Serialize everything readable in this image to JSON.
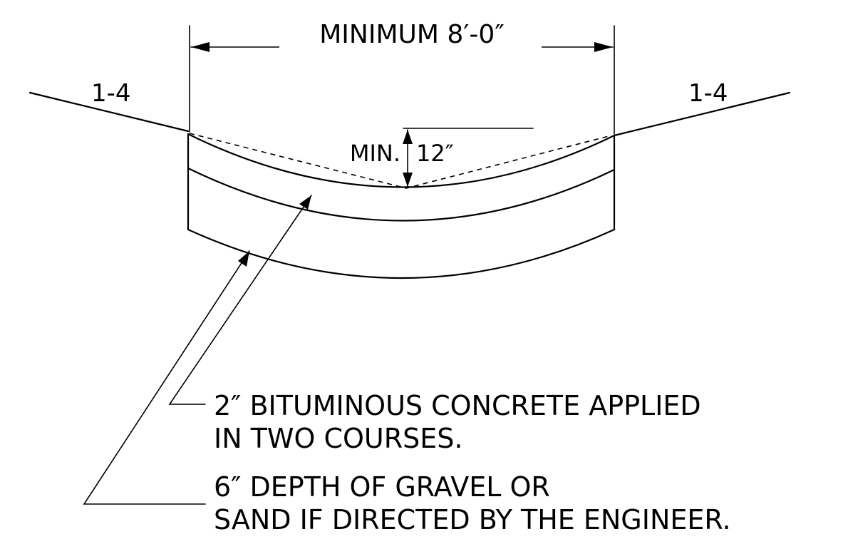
{
  "title": "",
  "dimension_label": "MINIMUM 8′-0″",
  "slope_left": "1-4",
  "slope_right": "1-4",
  "depth_label_min": "MIN.",
  "depth_label_value": "12″",
  "note_concrete_line1": "2″ BITUMINOUS CONCRETE APPLIED",
  "note_concrete_line2": "IN TWO COURSES.",
  "note_gravel_line1": "6″ DEPTH OF GRAVEL OR",
  "note_gravel_line2": "SAND IF DIRECTED BY THE ENGINEER."
}
